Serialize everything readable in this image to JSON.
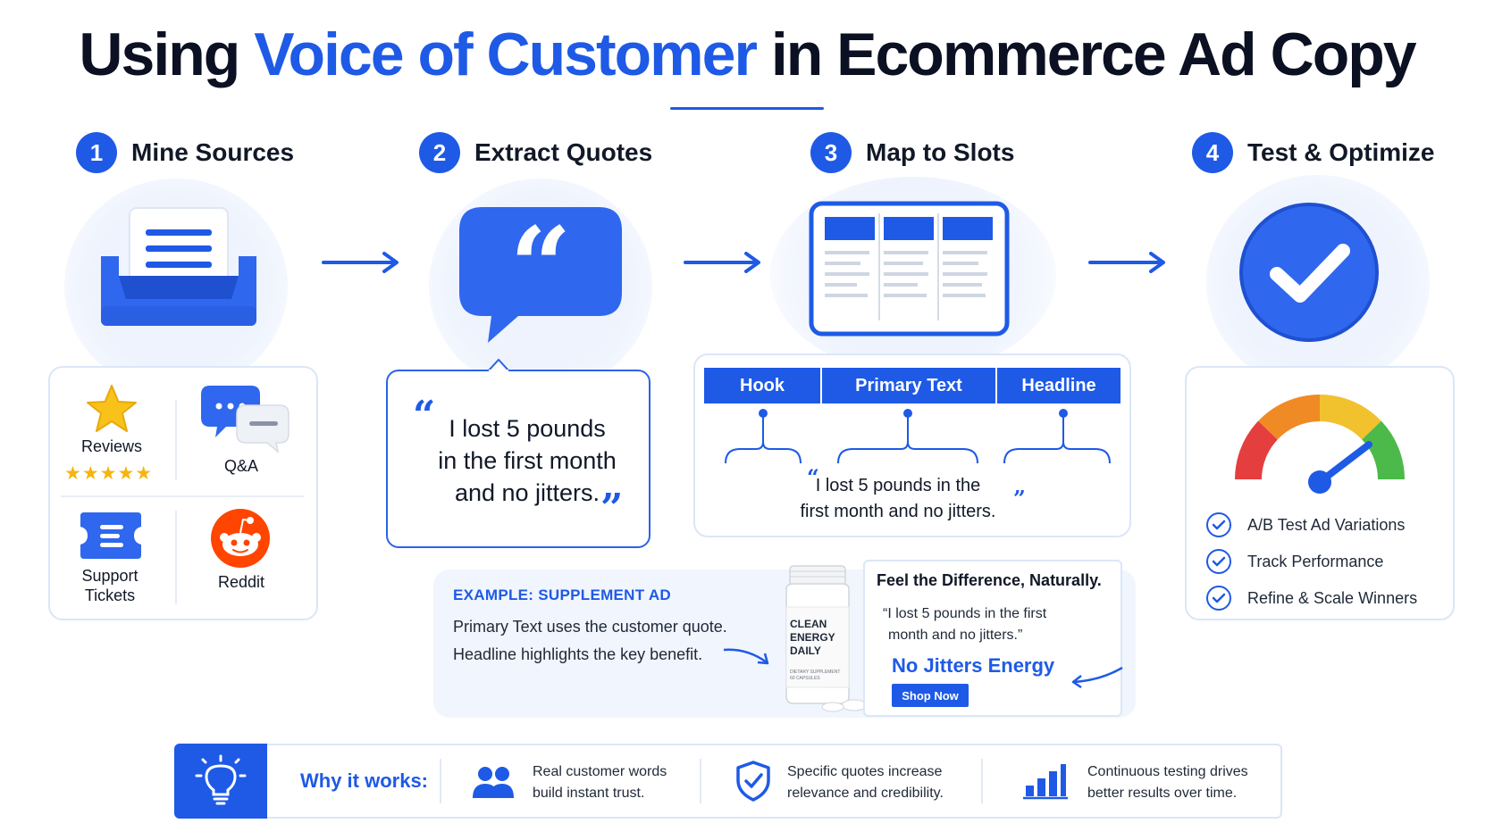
{
  "title": {
    "before": "Using ",
    "highlight": "Voice of Customer",
    "after": " in Ecommerce Ad Copy"
  },
  "steps": [
    {
      "num": "1",
      "label": "Mine Sources"
    },
    {
      "num": "2",
      "label": "Extract Quotes"
    },
    {
      "num": "3",
      "label": "Map to Slots"
    },
    {
      "num": "4",
      "label": "Test & Optimize"
    }
  ],
  "sources": {
    "reviews": "Reviews",
    "qa": "Q&A",
    "support": [
      "Support",
      "Tickets"
    ],
    "reddit": "Reddit",
    "stars": "★★★★★"
  },
  "quote": {
    "open": "“",
    "close": "”",
    "lines": [
      "I lost 5 pounds",
      "in the first month",
      "and no jitters."
    ]
  },
  "slots": {
    "labels": [
      "Hook",
      "Primary Text",
      "Headline"
    ],
    "quote_lines": [
      "I lost 5 pounds in the",
      "first month and no jitters."
    ]
  },
  "example": {
    "title": "EXAMPLE:  SUPPLEMENT AD",
    "line1": "Primary Text uses the customer quote.",
    "line2": "Headline highlights the key benefit.",
    "bottle": [
      "CLEAN",
      "ENERGY",
      "DAILY"
    ],
    "bottle_small": [
      "DIETARY SUPPLEMENT",
      "60 CAPSULES"
    ],
    "ad_head": "Feel the Difference, Naturally.",
    "ad_quote_lines": [
      "“I lost 5 pounds in the first",
      "month and no jitters.”"
    ],
    "ad_headline": "No Jitters Energy",
    "ad_button": "Shop Now"
  },
  "test": {
    "items": [
      "A/B Test Ad Variations",
      "Track Performance",
      "Refine & Scale Winners"
    ]
  },
  "bottom": {
    "why": "Why it works:",
    "items": [
      {
        "lines": [
          "Real customer words",
          "build instant trust."
        ]
      },
      {
        "lines": [
          "Specific quotes increase",
          "relevance and credibility."
        ]
      },
      {
        "lines": [
          "Continuous testing drives",
          "better results over time."
        ]
      }
    ]
  },
  "colors": {
    "accent": "#1e5ae6",
    "dark": "#0b1022",
    "border": "#dbe6f8",
    "star": "#f6b40e",
    "reddit": "#ff4500"
  }
}
